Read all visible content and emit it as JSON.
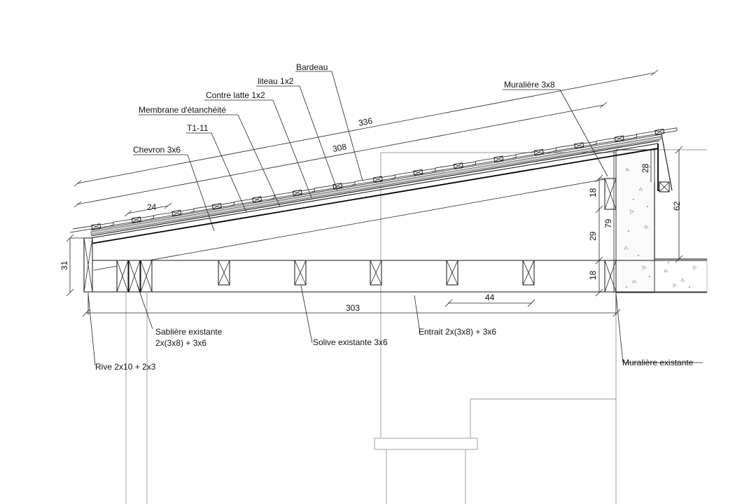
{
  "labels": {
    "bardeau": "Bardeau",
    "liteau": "liteau 1x2",
    "contre_latte": "Contre latte 1x2",
    "membrane": "Membrane d'étanchéité",
    "t111": "T1-11",
    "chevron": "Chevron 3x6",
    "muraliere_3x8": "Muralière 3x8",
    "sabliere_1": "Sablière existante",
    "sabliere_2": "2x(3x8) + 3x6",
    "solive": "Solive existante 3x6",
    "entrait": "Entrait 2x(3x8) + 3x6",
    "rive": "Rive 2x10 + 2x3",
    "muraliere_existante": "Muralière existante"
  },
  "dimensions": {
    "d336": "336",
    "d308": "308",
    "d24": "24",
    "d303": "303",
    "d44": "44",
    "d31": "31",
    "d18_top": "18",
    "d29": "29",
    "d79": "79",
    "d18_bottom": "18",
    "d28": "28",
    "d62": "62"
  }
}
